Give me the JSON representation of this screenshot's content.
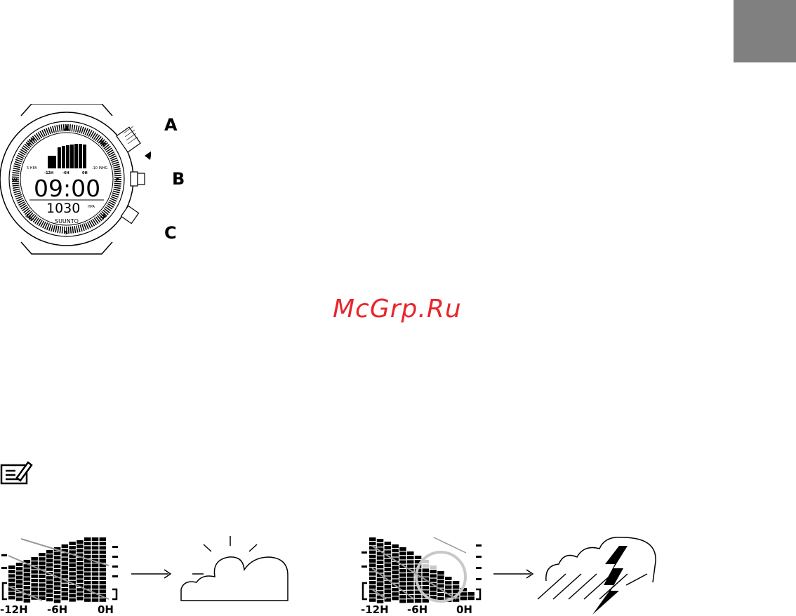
{
  "page": {
    "tab_color": "#808080"
  },
  "watermark": {
    "text": "McGrp.Ru",
    "color": "#e8262c"
  },
  "watch": {
    "button_labels": {
      "a": "A",
      "b": "B",
      "c": "C"
    },
    "compass": {
      "nw": "NW",
      "ne": "NE",
      "w": "W",
      "e": "E",
      "sw": "SW",
      "se": "SE",
      "s": "S"
    },
    "graph_left_unit": "5 HPA",
    "graph_right_unit": ".10 INHG",
    "axis": {
      "left": "-12H",
      "mid": "-6H",
      "right": "0H"
    },
    "time": "09:00",
    "pressure": "1030",
    "pressure_unit": "HPA",
    "brand": "SUUNTO"
  },
  "trend_charts": {
    "rising": {
      "x_left": "-12H",
      "x_mid": "-6H",
      "x_right": "0H",
      "icon": "partly-sunny-icon"
    },
    "falling": {
      "x_left": "-12H",
      "x_mid": "-6H",
      "x_right": "0H",
      "icon": "thunderstorm-icon"
    }
  },
  "note": {
    "icon": "note-pencil-icon"
  }
}
